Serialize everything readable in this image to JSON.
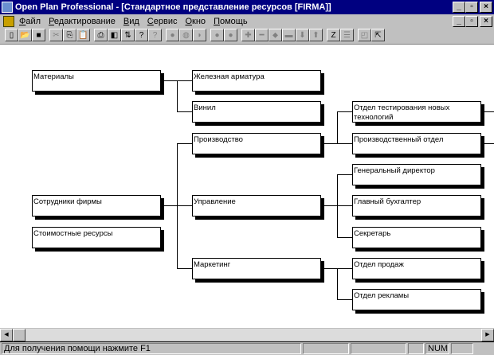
{
  "window": {
    "title": "Open Plan Professional - [Стандартное представление ресурсов [FIRMA]]",
    "minimize": "_",
    "restore": "▫",
    "close": "×"
  },
  "menu": [
    "Файл",
    "Редактирование",
    "Вид",
    "Сервис",
    "Окно",
    "Помощь"
  ],
  "toolbar": {
    "groups": [
      [
        {
          "icon": "new-file-icon",
          "glyph": "▯"
        },
        {
          "icon": "open-folder-icon",
          "glyph": "📂"
        },
        {
          "icon": "save-icon",
          "glyph": "■"
        }
      ],
      [
        {
          "icon": "cut-icon",
          "glyph": "✂",
          "disabled": true
        },
        {
          "icon": "copy-icon",
          "glyph": "⎘"
        },
        {
          "icon": "paste-icon",
          "glyph": "📋",
          "disabled": true
        }
      ],
      [
        {
          "icon": "print-icon",
          "glyph": "⎙"
        },
        {
          "icon": "print-preview-icon",
          "glyph": "◧"
        },
        {
          "icon": "transfer-icon",
          "glyph": "⇅"
        },
        {
          "icon": "help-icon",
          "glyph": "?"
        },
        {
          "icon": "context-help-icon",
          "glyph": "?",
          "disabled": true
        }
      ],
      [
        {
          "icon": "circle-icon",
          "glyph": "●",
          "disabled": true
        },
        {
          "icon": "circle-detail-icon",
          "glyph": "◍",
          "disabled": true
        },
        {
          "icon": "half-circle-icon",
          "glyph": "◗",
          "disabled": true
        }
      ],
      [
        {
          "icon": "circle-a-icon",
          "glyph": "●",
          "disabled": true
        },
        {
          "icon": "circle-b-icon",
          "glyph": "●",
          "disabled": true
        }
      ],
      [
        {
          "icon": "add-icon",
          "glyph": "✚",
          "disabled": true
        },
        {
          "icon": "remove-icon",
          "glyph": "━",
          "disabled": true
        },
        {
          "icon": "link-icon",
          "glyph": "⬥",
          "disabled": true
        },
        {
          "icon": "unlink-icon",
          "glyph": "▬",
          "disabled": true
        },
        {
          "icon": "move-down-icon",
          "glyph": "⬇",
          "disabled": true
        },
        {
          "icon": "move-up-icon",
          "glyph": "⬆",
          "disabled": true
        }
      ],
      [
        {
          "icon": "zoom-icon",
          "glyph": "Z"
        },
        {
          "icon": "notes-icon",
          "glyph": "☰",
          "disabled": true
        }
      ],
      [
        {
          "icon": "layout-icon",
          "glyph": "◰",
          "disabled": true
        },
        {
          "icon": "fit-window-icon",
          "glyph": "⇱"
        }
      ]
    ]
  },
  "nodes": [
    {
      "id": "m",
      "label": "Материалы"
    },
    {
      "id": "s",
      "label": "Сотрудники фирмы"
    },
    {
      "id": "c",
      "label": "Стоимостные ресурсы"
    },
    {
      "id": "m1",
      "label": "Железная арматура"
    },
    {
      "id": "m2",
      "label": "Винил"
    },
    {
      "id": "p",
      "label": "Производство"
    },
    {
      "id": "u",
      "label": "Управление"
    },
    {
      "id": "k",
      "label": "Маркетинг"
    },
    {
      "id": "p1",
      "label": "Отдел тестирования новых технологий"
    },
    {
      "id": "p2",
      "label": "Производственный отдел"
    },
    {
      "id": "u1",
      "label": "Генеральный директор"
    },
    {
      "id": "u2",
      "label": "Главный бухгалтер"
    },
    {
      "id": "u3",
      "label": "Секретарь"
    },
    {
      "id": "k1",
      "label": "Отдел продаж"
    },
    {
      "id": "k2",
      "label": "Отдел рекламы"
    }
  ],
  "tree": {
    "m": [
      "m1",
      "m2"
    ],
    "s": [
      "p",
      "u",
      "k"
    ],
    "p": [
      "p1",
      "p2"
    ],
    "u": [
      "u1",
      "u2",
      "u3"
    ],
    "k": [
      "k1",
      "k2"
    ]
  },
  "status": {
    "help": "Для получения помощи нажмите F1",
    "num": "NUM"
  }
}
